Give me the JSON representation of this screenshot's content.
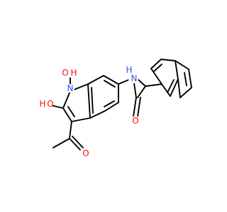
{
  "molecule": {
    "atom_labels": {
      "n1": "N",
      "oh_n": "O",
      "h_n": "H",
      "oh_c": "O",
      "h_c": "H",
      "o_acetyl": "O",
      "n_amide": "N",
      "h_amide": "H",
      "o_amide": "O"
    },
    "colors": {
      "bond": "#000000",
      "nitrogen": "#3050F8",
      "oxygen": "#FF0D0D"
    }
  }
}
